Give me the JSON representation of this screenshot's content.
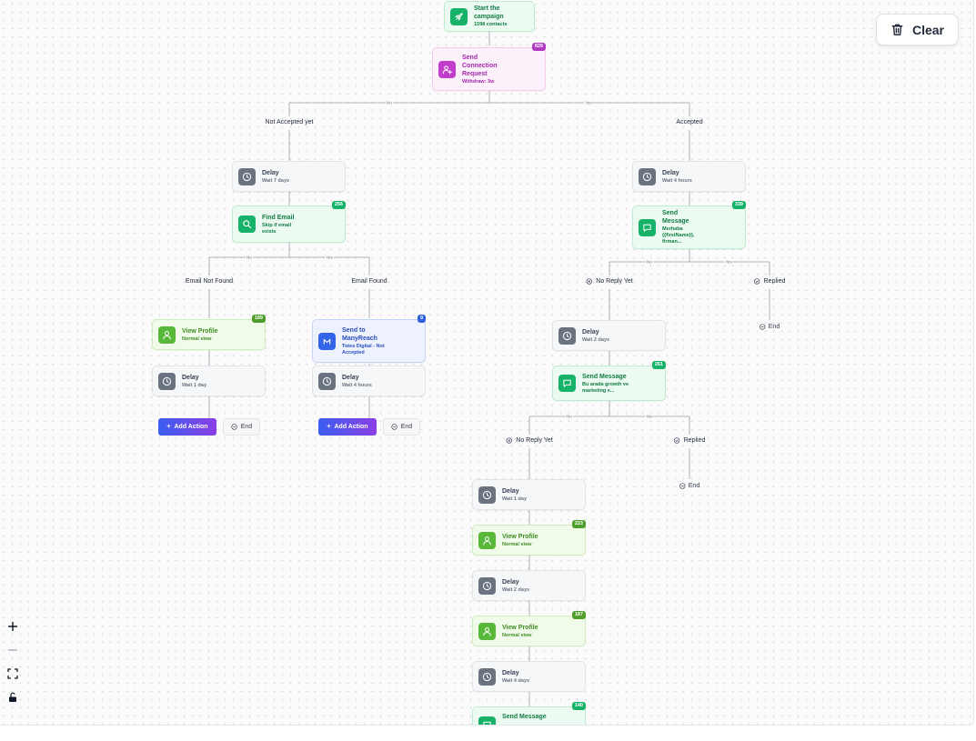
{
  "toolbar": {
    "clear_label": "Clear"
  },
  "nodes": {
    "start": {
      "title": "Start the campaign",
      "sub": "1598 contacts"
    },
    "connect": {
      "title": "Send Connection Request",
      "sub": "Withdraw: 3w",
      "badge": "829"
    },
    "delay_left": {
      "title": "Delay",
      "sub": "Wait 7 days"
    },
    "find_email": {
      "title": "Find Email",
      "sub": "Skip if email exists",
      "badge": "256"
    },
    "view_profile_left": {
      "title": "View Profile",
      "sub": "Normal view",
      "badge": "189"
    },
    "delay_enf": {
      "title": "Delay",
      "sub": "Wait 1 day"
    },
    "manyreach": {
      "title": "Send to ManyReach",
      "sub": "Totes Digital - Not Accepted",
      "badge": "9"
    },
    "delay_ef": {
      "title": "Delay",
      "sub": "Wait 4 hours"
    },
    "delay_acc": {
      "title": "Delay",
      "sub": "Wait 4 hours"
    },
    "msg1": {
      "title": "Send Message",
      "sub": "Merhaba {{firstName}}, firman...",
      "badge": "339"
    },
    "delay_nr1": {
      "title": "Delay",
      "sub": "Wait 2 days"
    },
    "msg2": {
      "title": "Send Message",
      "sub": "Bu arada growth ve marketing e...",
      "badge": "261"
    },
    "delay_nr2a": {
      "title": "Delay",
      "sub": "Wait 1 day"
    },
    "view_profile_2": {
      "title": "View Profile",
      "sub": "Normal view",
      "badge": "223"
    },
    "delay_nr2b": {
      "title": "Delay",
      "sub": "Wait 2 days"
    },
    "view_profile_3": {
      "title": "View Profile",
      "sub": "Normal view",
      "badge": "187"
    },
    "delay_nr2c": {
      "title": "Delay",
      "sub": "Wait 4 days"
    },
    "msg3": {
      "title": "Send Message",
      "badge": "140"
    }
  },
  "branches": {
    "not_accepted": "Not Accepted yet",
    "accepted": "Accepted",
    "email_not_found": "Email Not Found",
    "email_found": "Email Found",
    "no_reply_1": "No Reply Yet",
    "replied_1": "Replied",
    "no_reply_2": "No Reply Yet",
    "replied_2": "Replied"
  },
  "edge_labels": {
    "no": "No",
    "yes": "Yes"
  },
  "actions": {
    "add_action": "Add Action",
    "end": "End"
  },
  "colors": {
    "accent_green": "#17b26a",
    "accent_pink": "#c13dcc",
    "accent_blue": "#3464e8",
    "button_gradient_start": "#3b5ef0",
    "button_gradient_end": "#8b3fe6"
  }
}
